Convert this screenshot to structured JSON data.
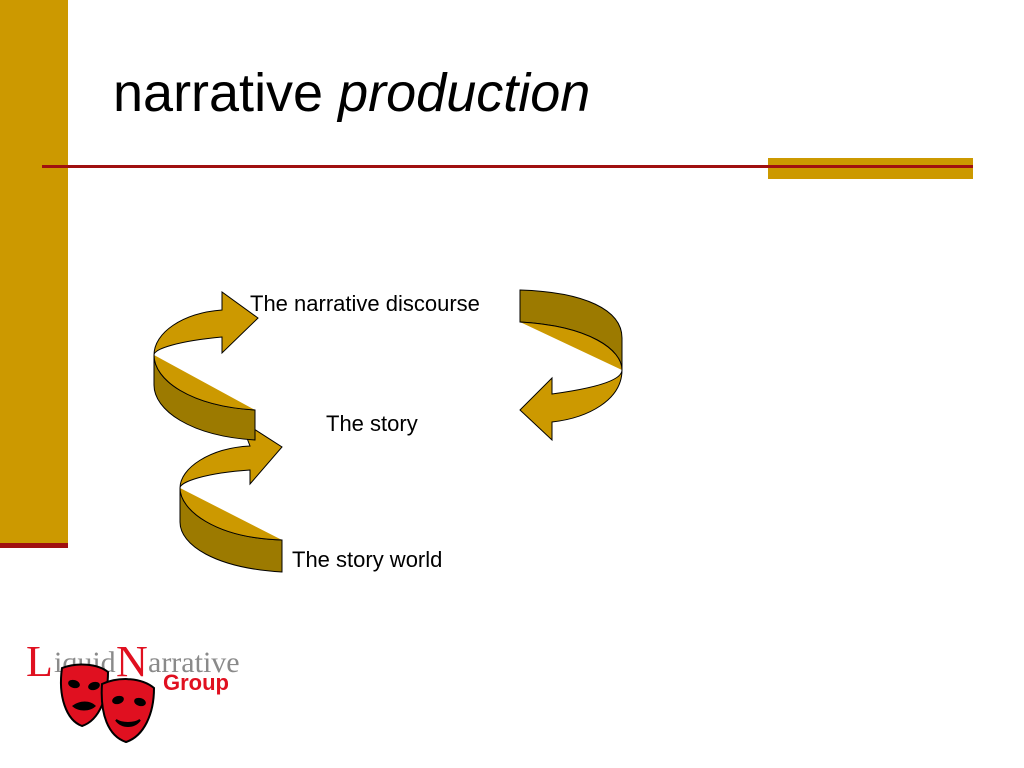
{
  "slide": {
    "title_normal": "narrative",
    "title_italic": "production"
  },
  "diagram": {
    "nodes": {
      "discourse": "The narrative discourse",
      "story": "The story",
      "story_world": "The story world"
    },
    "arrows": [
      {
        "from": "story_world",
        "to": "story",
        "side": "left"
      },
      {
        "from": "story",
        "to": "discourse",
        "side": "left"
      },
      {
        "from": "discourse",
        "to": "story",
        "side": "right"
      }
    ]
  },
  "logo": {
    "letter_l": "L",
    "word_iquid": "iquid",
    "letter_n": "N",
    "word_arrative": "arrative",
    "group": "Group"
  },
  "colors": {
    "gold": "#cc9900",
    "dark_gold": "#9c7a00",
    "red_rule": "#a01010",
    "logo_red": "#e01020",
    "logo_gray": "#8a8a8a"
  }
}
